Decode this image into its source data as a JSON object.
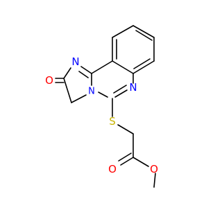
{
  "molecule": {
    "atoms": {
      "O_keto": {
        "symbol": "O",
        "color": "#ff0000"
      },
      "N_imine": {
        "symbol": "N",
        "color": "#0000ff"
      },
      "N_bridge": {
        "symbol": "N",
        "color": "#0000ff"
      },
      "N_ring": {
        "symbol": "N",
        "color": "#0000ff"
      },
      "S": {
        "symbol": "S",
        "color": "#c8b400"
      },
      "O_carbonyl": {
        "symbol": "O",
        "color": "#ff0000"
      },
      "O_ester": {
        "symbol": "O",
        "color": "#ff0000"
      }
    },
    "bond_color": "#000000"
  }
}
